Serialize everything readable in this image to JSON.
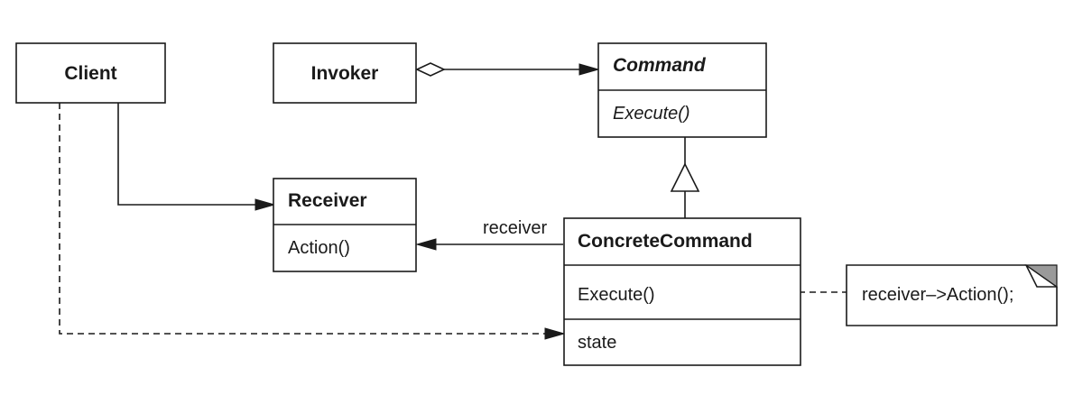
{
  "classes": {
    "client": {
      "name": "Client"
    },
    "invoker": {
      "name": "Invoker"
    },
    "command": {
      "name": "Command",
      "operations": [
        "Execute()"
      ]
    },
    "receiver": {
      "name": "Receiver",
      "operations": [
        "Action()"
      ]
    },
    "concrete_command": {
      "name": "ConcreteCommand",
      "operations": [
        "Execute()"
      ],
      "attributes": [
        "state"
      ]
    }
  },
  "associations": {
    "receiver_role": "receiver"
  },
  "note": {
    "text": "receiver–>Action();"
  }
}
